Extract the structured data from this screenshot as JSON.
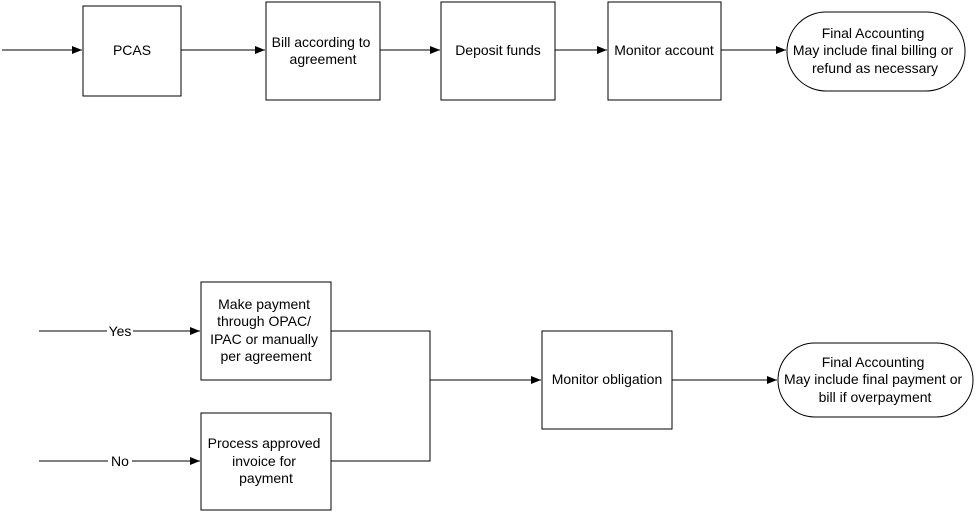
{
  "colors": {
    "stroke": "#000000",
    "fill": "#ffffff",
    "text": "#000000"
  },
  "top_flow": {
    "pcas": "PCAS",
    "bill": [
      "Bill according to",
      "agreement"
    ],
    "deposit": "Deposit funds",
    "monitor_account": "Monitor account",
    "final": [
      "Final Accounting",
      "May include final billing or",
      "refund as necessary"
    ]
  },
  "bottom_flow": {
    "yes_label": "Yes",
    "no_label": "No",
    "make_payment": [
      "Make payment",
      "through OPAC/",
      "IPAC or manually",
      "per agreement"
    ],
    "process_invoice": [
      "Process approved",
      "invoice for",
      "payment"
    ],
    "monitor_obligation": "Monitor obligation",
    "final": [
      "Final Accounting",
      "May include final payment or",
      "bill if overpayment"
    ]
  }
}
